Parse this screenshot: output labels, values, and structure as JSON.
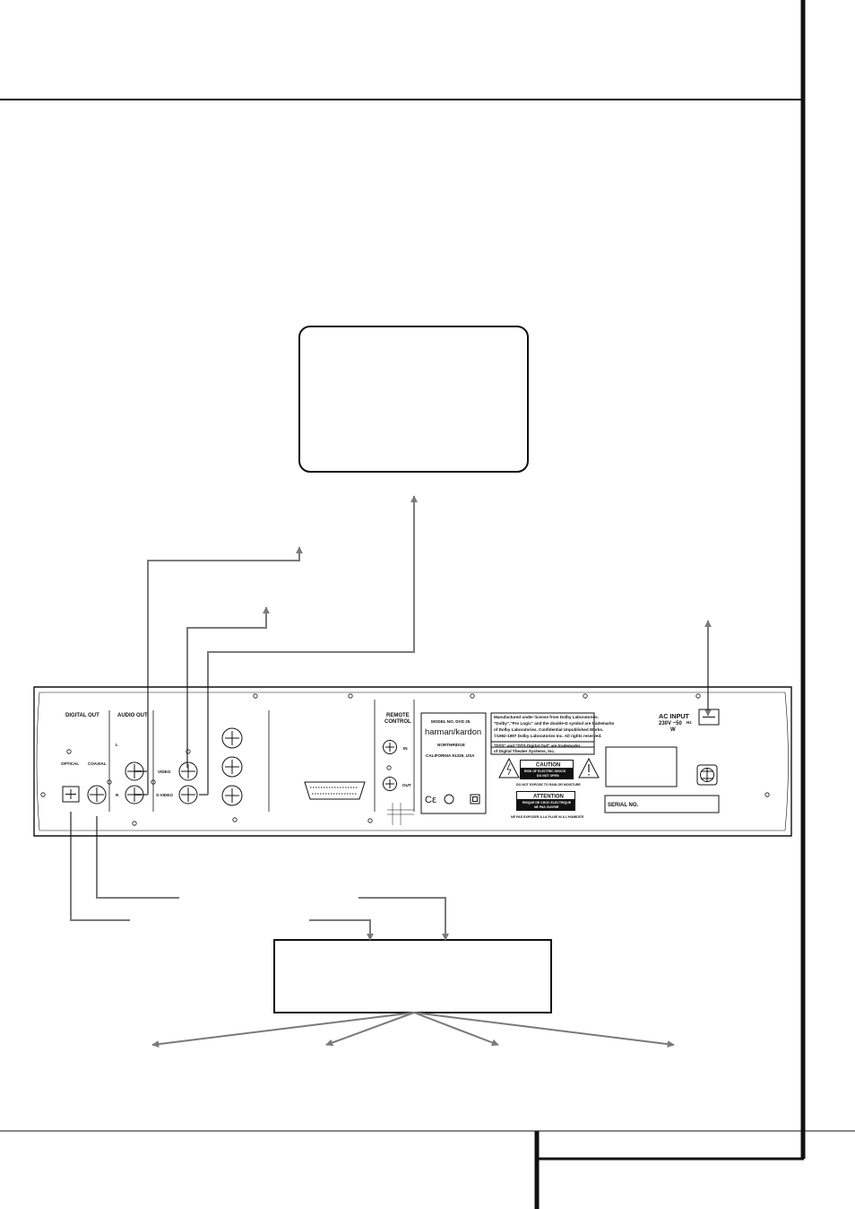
{
  "rear_panel": {
    "digital_out": "DIGITAL OUT",
    "optical": "OPTICAL",
    "coaxial": "COAXIAL",
    "audio_out": "AUDIO OUT",
    "audio_l": "L",
    "audio_r": "R",
    "video": "VIDEO",
    "s_video": "S-VIDEO",
    "remote_control_1": "REMOTE",
    "remote_control_2": "CONTROL",
    "remote_in": "IN",
    "remote_out": "OUT",
    "model_no": "MODEL NO. DVD 25",
    "brand": "harman/kardon",
    "city": "NORTHRIDGE",
    "state": "CALIFORNIA 91329, USA",
    "dolby_notice": [
      "Manufactured under license from Dolby Laboratories.",
      "\"Dolby\",\"Pro Logic\" and the double-D symbol are trademarks",
      "of Dolby Laboratories.  Confidential Unpublished Works.",
      "©1992-1997 Dolby Laboratories Inc. All rights reserved."
    ],
    "dts_notice": [
      "\"DTS\" and \"DTS Digital Out\" are trademarks",
      "of Digital Theater Systems, Inc."
    ],
    "caution": "CAUTION",
    "caution_sub_1": "RISK OF ELECTRIC SHOCK",
    "caution_sub_2": "DO NOT OPEN",
    "caution_note": "DO NOT EXPOSE TO RAIN OR MOISTURE",
    "attention": "ATTENTION",
    "attention_sub_1": "RISQUE DE CHOC ELECTRIQUE",
    "attention_sub_2": "NE PAS OUVRIR",
    "attention_note": "NE PAS EXPOSER A LA PLUIE NI A L'HUMIDITE",
    "ac_input": "AC INPUT",
    "ac_voltage": "230V ~50",
    "ac_hz": "Hz",
    "ac_w": "W",
    "serial_no": "SERIAL NO."
  },
  "colors": {
    "line": "#111111",
    "arrow": "#7a7a7a"
  }
}
